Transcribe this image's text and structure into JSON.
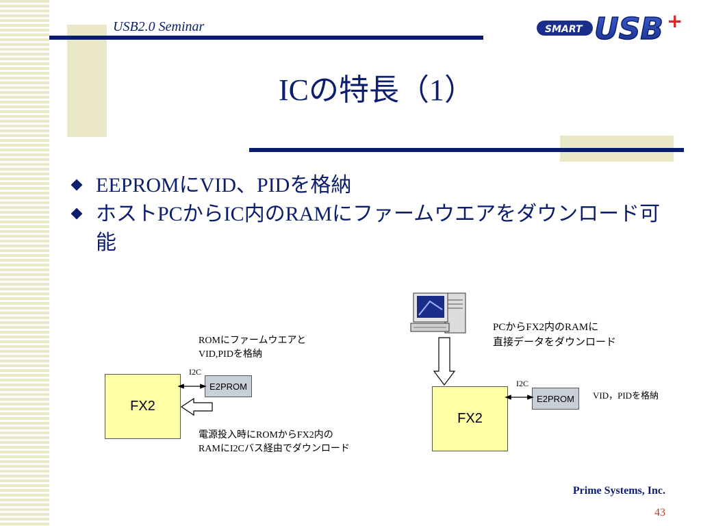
{
  "header": {
    "seminar_title": "USB2.0 Seminar"
  },
  "slide": {
    "title": "ICの特長（1）"
  },
  "bullets": [
    {
      "text": "EEPROMにVID、PIDを格納"
    },
    {
      "text": "ホストPCからIC内のRAMにファームウエアをダウンロード可能"
    }
  ],
  "diagram_left": {
    "rom_note_line1": "ROMにファームウエアと",
    "rom_note_line2": "VID,PIDを格納",
    "i2c_label": "I2C",
    "e2prom_label": "E2PROM",
    "fx2_label": "FX2",
    "boot_note_line1": "電源投入時にROMからFX2内の",
    "boot_note_line2": "RAMにI2Cバス経由でダウンロード"
  },
  "diagram_right": {
    "pc_note_line1": "PCからFX2内のRAMに",
    "pc_note_line2": "直接データをダウンロード",
    "i2c_label": "I2C",
    "e2prom_label": "E2PROM",
    "fx2_label": "FX2",
    "vid_pid_note": "VID，PIDを格納"
  },
  "footer": {
    "company": "Prime Systems, Inc.",
    "page_number": "43"
  },
  "logo": {
    "text_left": "SMART",
    "text_main": "USB",
    "text_plus": "+"
  },
  "icons": [
    "computer-icon",
    "diamond-bullet-icon",
    "hollow-arrow-icon"
  ],
  "colors": {
    "navy": "#0b1d6d",
    "accent_beige": "#e9e7c6",
    "fx2_yellow": "#ffffa8",
    "e2prom_gray": "#c8cfd7",
    "page_number_red": "#c0392b"
  }
}
